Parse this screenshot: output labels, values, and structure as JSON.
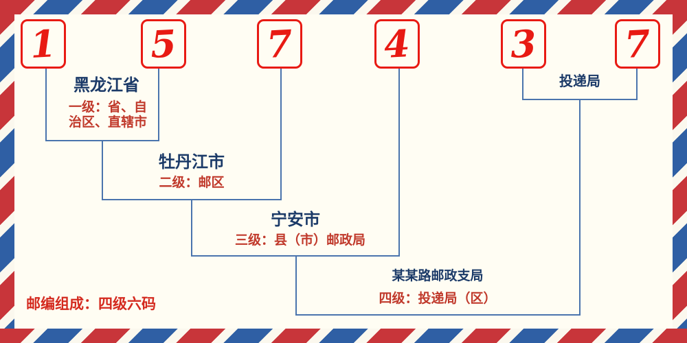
{
  "digits": [
    "1",
    "5",
    "7",
    "4",
    "3",
    "7"
  ],
  "levels": {
    "level1": {
      "name": "黑龙江省",
      "desc_line1": "一级：省、自",
      "desc_line2": "治区、直辖市"
    },
    "level2": {
      "name": "牡丹江市",
      "desc": "二级：邮区"
    },
    "level3": {
      "name": "宁安市",
      "desc": "三级：县（市）邮政局"
    },
    "level4": {
      "name": "某某路邮政支局",
      "desc": "四级：投递局（区）"
    },
    "delivery": {
      "name": "投递局"
    }
  },
  "footer": {
    "note": "邮编组成：四级六码"
  },
  "colors": {
    "digit_red": "#e81a13",
    "box_border_red": "#e81a13",
    "connector_blue": "#4a74ad",
    "region_name_navy": "#1b3a68",
    "level_desc_red": "#c0392b",
    "note_red": "#d42a1f",
    "stripe_red": "#c8353a",
    "stripe_blue": "#2f5fa4",
    "background_cream": "#fffdf3"
  }
}
